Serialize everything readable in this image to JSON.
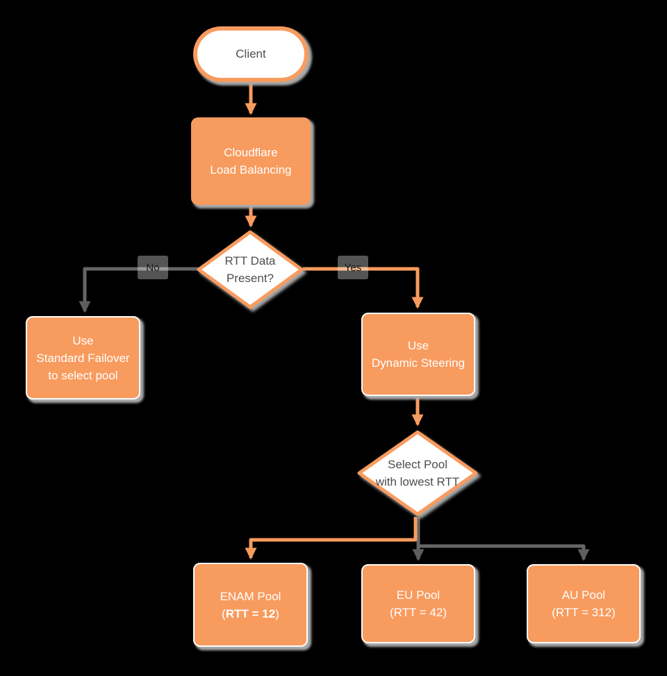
{
  "colors": {
    "node_orange": "#F89B5E",
    "gray_connector": "#666666",
    "shadow_gray": "#A9A9A9",
    "dark_text": "#4D4D4D",
    "white_text": "#FFFFFF"
  },
  "nodes": {
    "client": {
      "label": "Client"
    },
    "load_balancing": {
      "line1": "Cloudflare",
      "line2": "Load Balancing"
    },
    "rtt_decision": {
      "line1": "RTT Data",
      "line2": "Present?"
    },
    "standard_failover": {
      "line1": "Use",
      "line2": "Standard Failover",
      "line3": "to select pool"
    },
    "dynamic_steering": {
      "line1": "Use",
      "line2": "Dynamic Steering"
    },
    "select_pool": {
      "line1": "Select Pool",
      "line2": "with lowest RTT"
    },
    "enam_pool": {
      "line1": "ENAM Pool",
      "open_paren": "(",
      "rtt_value": "RTT = 12",
      "close_paren": ")"
    },
    "eu_pool": {
      "line1": "EU Pool",
      "line2": "(RTT = 42)"
    },
    "au_pool": {
      "line1": "AU Pool",
      "line2": "(RTT = 312)"
    }
  },
  "edge_labels": {
    "no": "No",
    "yes": "Yes"
  }
}
